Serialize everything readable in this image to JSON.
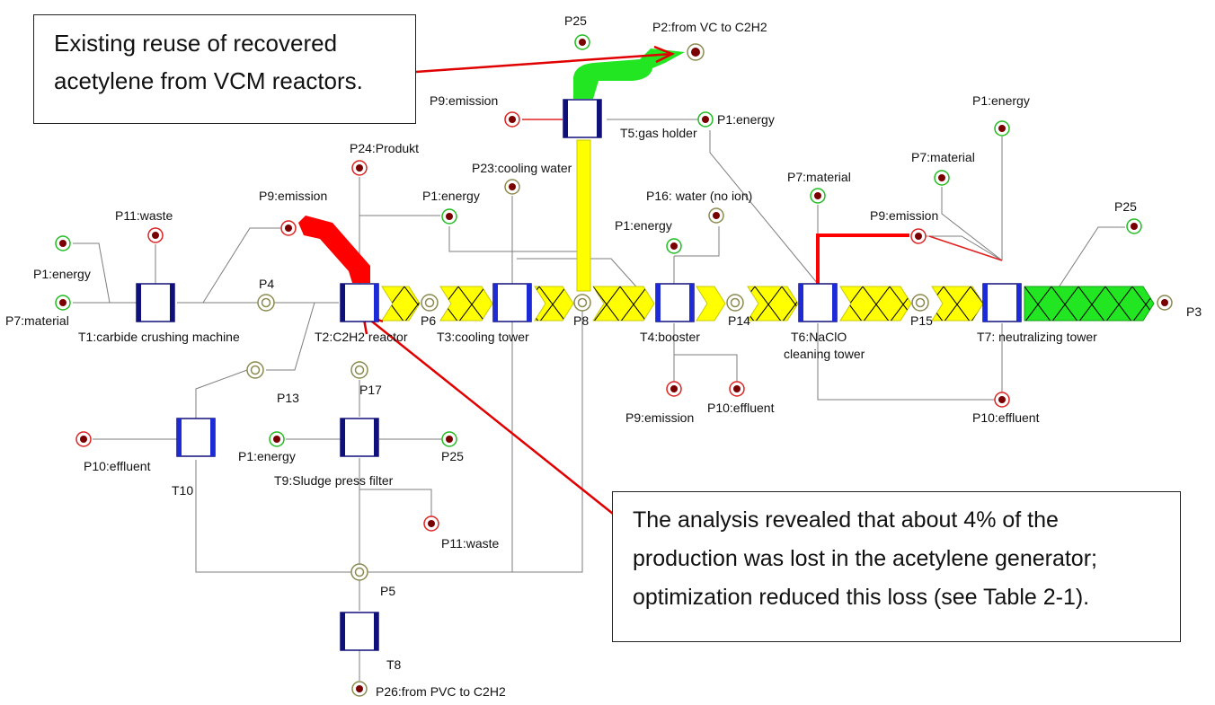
{
  "colors": {
    "yellow_flow": "#ffff00",
    "green_flow": "#22e622",
    "red_flow": "#ff0000",
    "transition_blue": "#1c2ad8",
    "transition_navy": "#10107a",
    "place_green": "#22bb22",
    "place_red": "#dd2222",
    "dot_dark": "#7a0000",
    "neutral_place": "#8a8a50",
    "arc_gray": "#7d7d7d"
  },
  "callouts": {
    "top": [
      "Existing reuse of recovered",
      "acetylene from VCM reactors."
    ],
    "bottom": [
      "The analysis revealed that about 4% of the",
      "production was lost in the acetylene generator;",
      "optimization reduced this loss (see Table 2-1)."
    ]
  },
  "transitions": {
    "t1": "T1:carbide crushing machine",
    "t2": "T2:C2H2 reactor",
    "t3": "T3:cooling tower",
    "t4": "T4:booster",
    "t5": "T5:gas holder",
    "t6a": "T6:NaClO",
    "t6b": "cleaning tower",
    "t7": "T7: neutralizing tower",
    "t8": "T8",
    "t9": "T9:Sludge press filter",
    "t10": "T10"
  },
  "places": {
    "p25_top": "P25",
    "p2": "P2:from VC to C2H2",
    "p9_t5": "P9:emission",
    "p1_t5": "P1:energy",
    "p24": "P24:Produkt",
    "p23": "P23:cooling water",
    "p9_t2": "P9:emission",
    "p1_t3": "P1:energy",
    "p11_t1": "P11:waste",
    "p1_t1": "P1:energy",
    "p7_t1": "P7:material",
    "p4": "P4",
    "p6": "P6",
    "p8": "P8",
    "p16": "P16: water (no ion)",
    "p1_t4": "P1:energy",
    "p14": "P14",
    "p7_t6": "P7:material",
    "p9_t6": "P9:emission",
    "p15": "P15",
    "p1_t7": "P1:energy",
    "p7_t7": "P7:material",
    "p25_t7": "P25",
    "p3": "P3",
    "p9_t4": "P9:emission",
    "p10_t4": "P10:effluent",
    "p10_t7": "P10:effluent",
    "p13": "P13",
    "p17": "P17",
    "p10_t10": "P10:effluent",
    "p1_t9": "P1:energy",
    "p25_t9": "P25",
    "p11_t9": "P11:waste",
    "p5": "P5",
    "p26": "P26:from PVC to C2H2"
  }
}
